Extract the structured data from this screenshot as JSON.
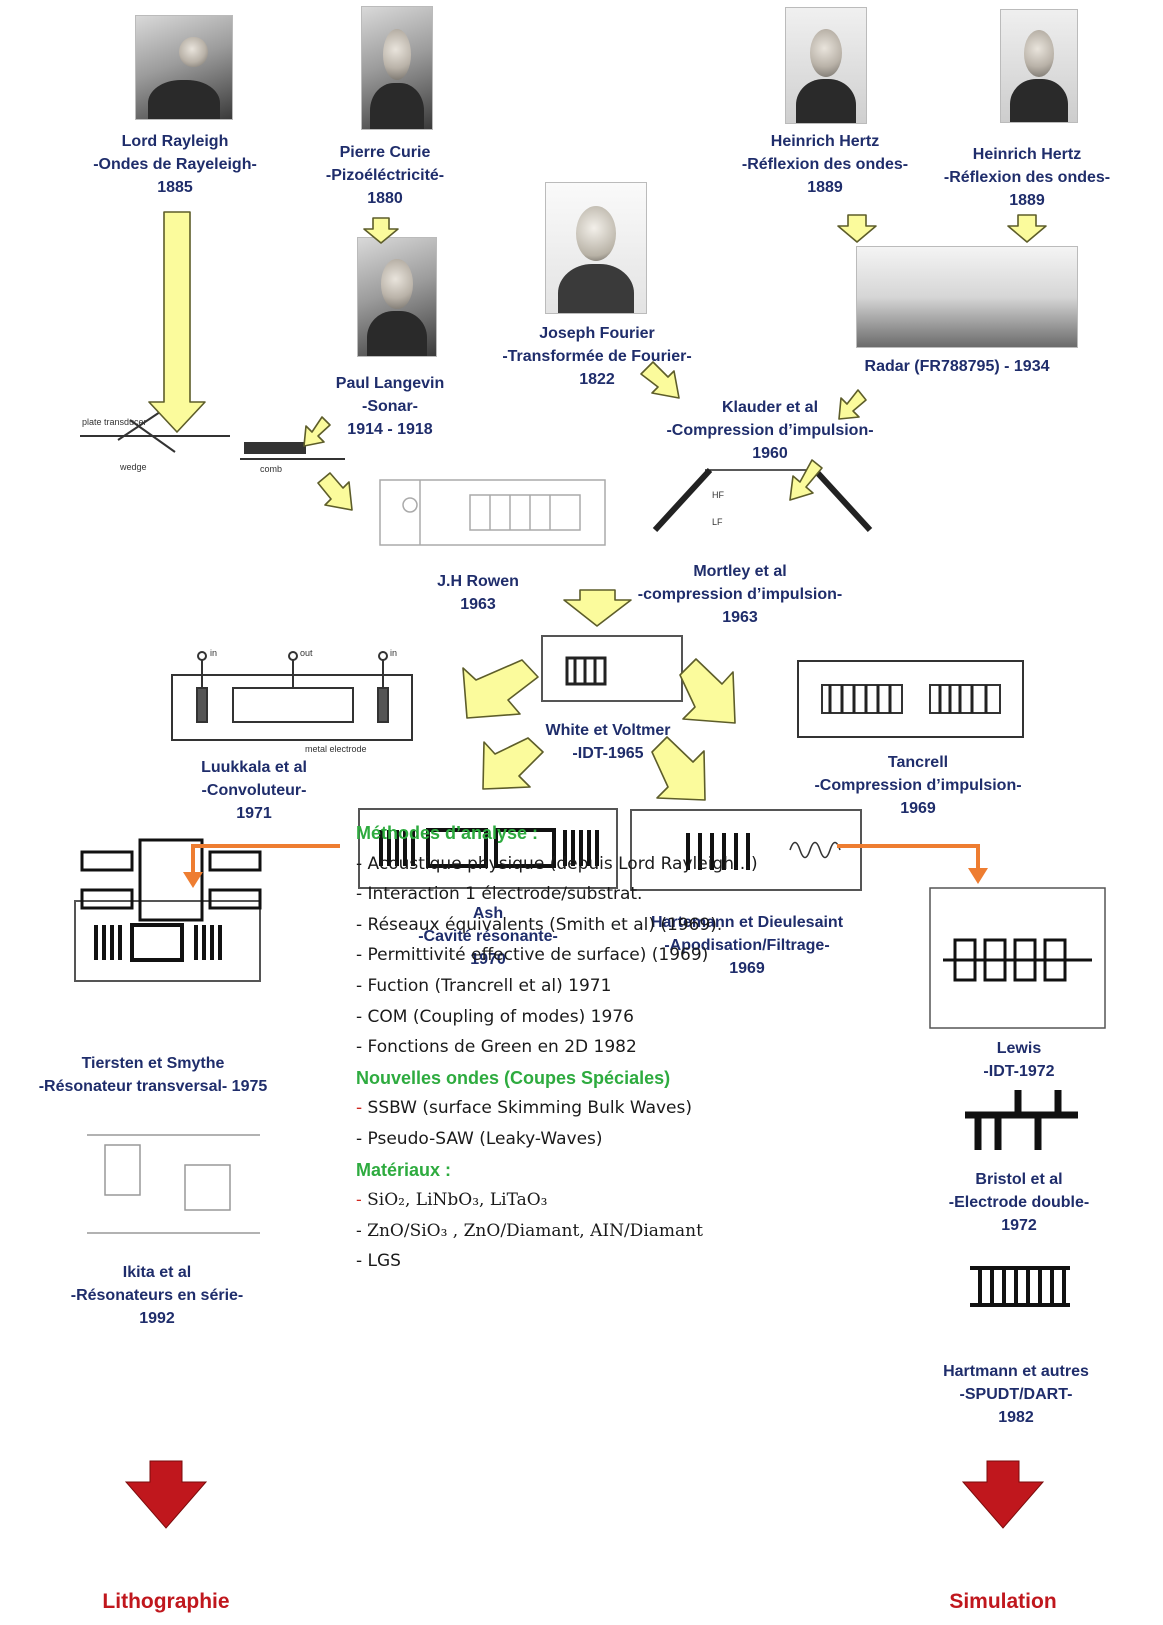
{
  "nodes": {
    "rayleigh": [
      "Lord Rayleigh",
      "-Ondes de Rayeleigh-",
      "1885"
    ],
    "curie": [
      "Pierre Curie",
      "-Pizoéléctricité-",
      "1880"
    ],
    "hertz1": [
      "Heinrich Hertz",
      "-Réflexion des ondes-",
      "1889"
    ],
    "hertz2": [
      "Heinrich Hertz",
      "-Réflexion des ondes-",
      "1889"
    ],
    "fourier": [
      "Joseph Fourier",
      "-Transformée de Fourier-",
      "1822"
    ],
    "radar": [
      "Radar (FR788795) - 1934"
    ],
    "langevin": [
      "Paul Langevin",
      "-Sonar-",
      "1914 - 1918"
    ],
    "klauder": [
      "Klauder et al",
      "-Compression d’impulsion-",
      "1960"
    ],
    "rowen": [
      "J.H Rowen",
      "1963"
    ],
    "mortley": [
      "Mortley et al",
      "-compression d’impulsion-",
      "1963"
    ],
    "white": [
      "White et Voltmer",
      "-IDT-1965"
    ],
    "luukkala": [
      "Luukkala et al",
      "-Convoluteur-",
      "1971"
    ],
    "tancrell": [
      "Tancrell",
      "-Compression d’impulsion-",
      "1969"
    ],
    "ash": [
      "Ash",
      "-Cavité résonante-",
      "1970"
    ],
    "hartemann": [
      "Hartemann et Dieulesaint",
      "-Apodisation/Filtrage-",
      "1969"
    ],
    "lewis": [
      "Lewis",
      "-IDT-1972"
    ],
    "tiersten": [
      "Tiersten et Smythe",
      "-Résonateur transversal- 1975"
    ],
    "bristol": [
      "Bristol et al",
      "-Electrode double-",
      "1972"
    ],
    "ikita": [
      "Ikita et al",
      "-Résonateurs en série-",
      "1992"
    ],
    "hartmann": [
      "Hartmann et autres",
      "-SPUDT/DART-",
      "1982"
    ]
  },
  "sketch_labels": {
    "wedge": "wedge",
    "comb": "comb",
    "plate": "plate transducer",
    "in1": "in",
    "out": "out",
    "in2": "in",
    "metal": "metal electrode",
    "hf": "HF",
    "lf": "LF"
  },
  "analysis": {
    "h1": "Méthodes d’analyse :",
    "items1": [
      "- Acoustique physique (depuis Lord Rayleigh…)",
      "- Interaction 1 électrode/substrat.",
      "- Réseaux équivalents (Smith et al) (1969).",
      "- Permittivité effective de surface) (1969)",
      "- Fuction (Trancrell et al) 1971",
      "- COM (Coupling of modes) 1976",
      "- Fonctions de Green en 2D 1982"
    ],
    "h2": "Nouvelles ondes (Coupes Spéciales)",
    "items2_dash": "- ",
    "items2_first": "SSBW (surface Skimming Bulk Waves)",
    "items2_second": "- Pseudo-SAW (Leaky-Waves)",
    "h3": "Matériaux :",
    "mat1_dash": "- ",
    "mat1": "SiO₂, LiNbO₃, LiTaO₃",
    "mat2": "- ZnO/SiO₃ , ZnO/Diamant, AIN/Diamant",
    "mat3": "- LGS"
  },
  "outcomes": {
    "left": "Lithographie",
    "right": "Simulation"
  },
  "colors": {
    "label": "#1f2d6b",
    "yellow_arrow": "#fbfb9c",
    "orange_arrow": "#ee7d31",
    "red_arrow": "#c0171d",
    "green_heading": "#2eab3f"
  }
}
